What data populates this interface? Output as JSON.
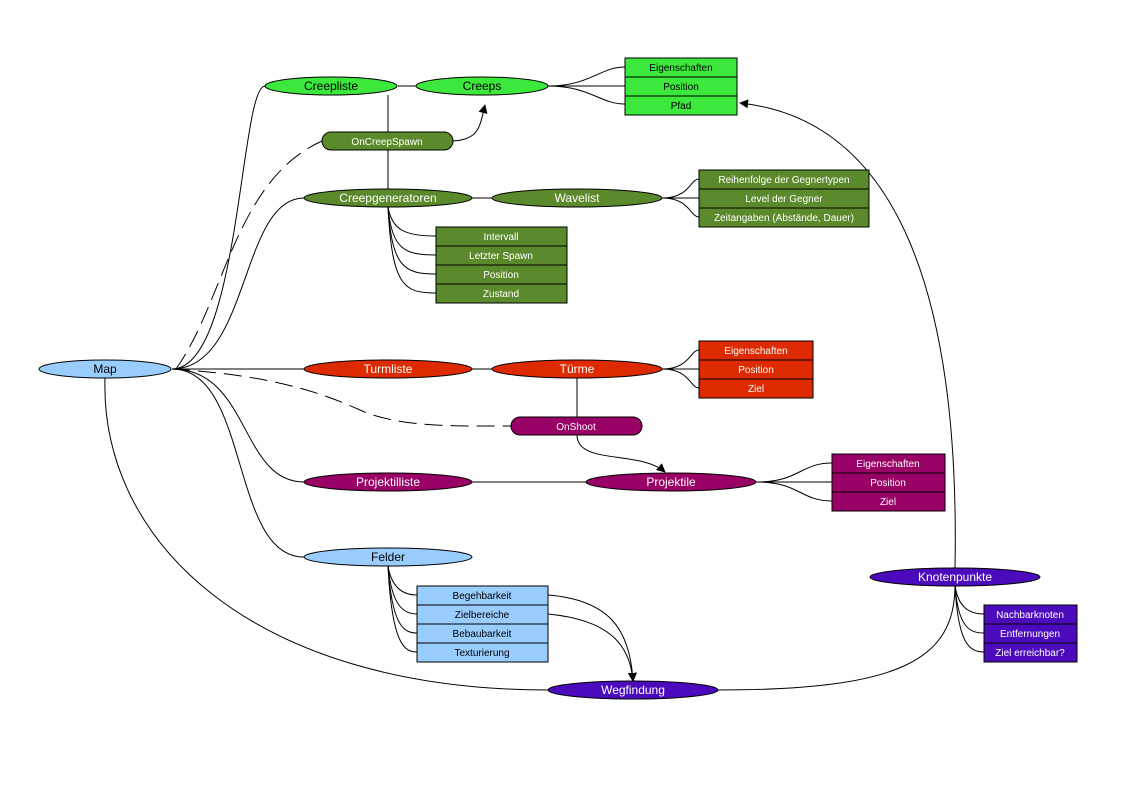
{
  "nodes": {
    "map": "Map",
    "creepliste": "Creepliste",
    "creeps": "Creeps",
    "on_creep_spawn": "OnCreepSpawn",
    "creepgeneratoren": "Creepgeneratoren",
    "wavelist": "Wavelist",
    "turmliste": "Turmliste",
    "tuerme": "Türme",
    "on_shoot": "OnShoot",
    "projektilliste": "Projektilliste",
    "projektile": "Projektile",
    "felder": "Felder",
    "wegfindung": "Wegfindung",
    "knotenpunkte": "Knotenpunkte"
  },
  "tables": {
    "creeps_props": [
      "Eigenschaften",
      "Position",
      "Pfad"
    ],
    "wavelist_props": [
      "Reihenfolge der Gegnertypen",
      "Level der Gegner",
      "Zeitangaben (Abstände, Dauer)"
    ],
    "generator_props": [
      "Intervall",
      "Letzter Spawn",
      "Position",
      "Zustand"
    ],
    "tuerme_props": [
      "Eigenschaften",
      "Position",
      "Ziel"
    ],
    "projektile_props": [
      "Eigenschaften",
      "Position",
      "Ziel"
    ],
    "felder_props": [
      "Begehbarkeit",
      "Zielbereiche",
      "Bebaubarkeit",
      "Texturierung"
    ],
    "knoten_props": [
      "Nachbarknoten",
      "Entfernungen",
      "Ziel erreichbar?"
    ]
  },
  "colors": {
    "bright_green": "#3de83d",
    "olive_green": "#5b8a2c",
    "red": "#dd2a00",
    "magenta": "#990066",
    "light_blue": "#99ccff",
    "indigo": "#4b0bbd"
  }
}
